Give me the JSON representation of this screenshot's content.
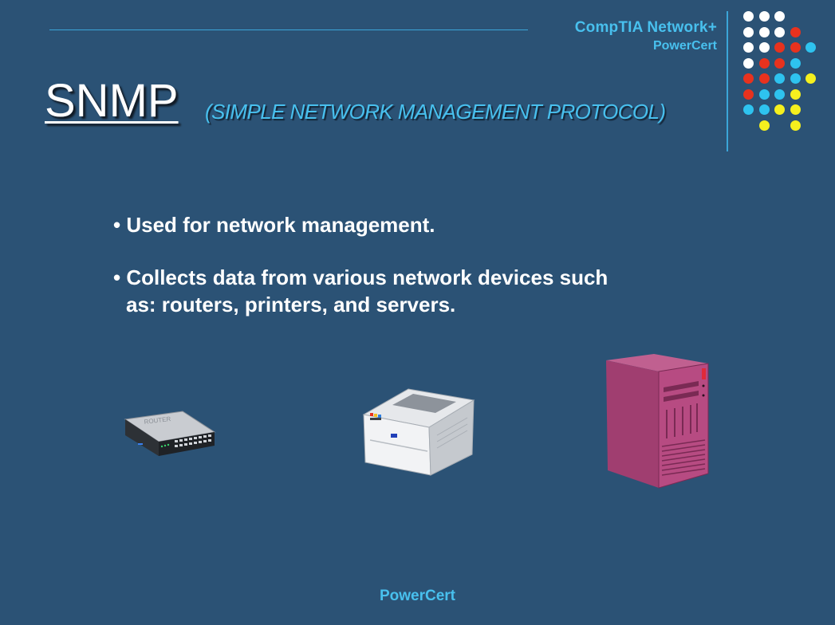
{
  "header": {
    "brand_line1": "CompTIA Network+",
    "brand_line2": "PowerCert"
  },
  "slide": {
    "title": "SNMP",
    "subtitle": "(SIMPLE NETWORK MANAGEMENT PROTOCOL)",
    "bullets": [
      {
        "line1": "• Used for network management.",
        "line2": ""
      },
      {
        "line1": "• Collects data from various network devices such",
        "line2": "as:  routers, printers, and servers."
      }
    ]
  },
  "devices": {
    "router_label": "ROUTER"
  },
  "footer": {
    "text": "PowerCert"
  },
  "colors": {
    "background": "#2b5275",
    "accent": "#48c0ee",
    "dot_white": "#ffffff",
    "dot_red": "#e8321e",
    "dot_blue": "#2ec3ef",
    "dot_yellow": "#f5f01e"
  },
  "dot_grid": [
    [
      "w",
      "w",
      "w",
      "",
      ""
    ],
    [
      "w",
      "w",
      "w",
      "r",
      ""
    ],
    [
      "w",
      "w",
      "r",
      "r",
      "b"
    ],
    [
      "w",
      "r",
      "r",
      "b",
      ""
    ],
    [
      "r",
      "r",
      "b",
      "b",
      "y"
    ],
    [
      "r",
      "b",
      "b",
      "y",
      ""
    ],
    [
      "b",
      "b",
      "y",
      "y",
      ""
    ],
    [
      "",
      "y",
      "",
      "y",
      ""
    ]
  ]
}
